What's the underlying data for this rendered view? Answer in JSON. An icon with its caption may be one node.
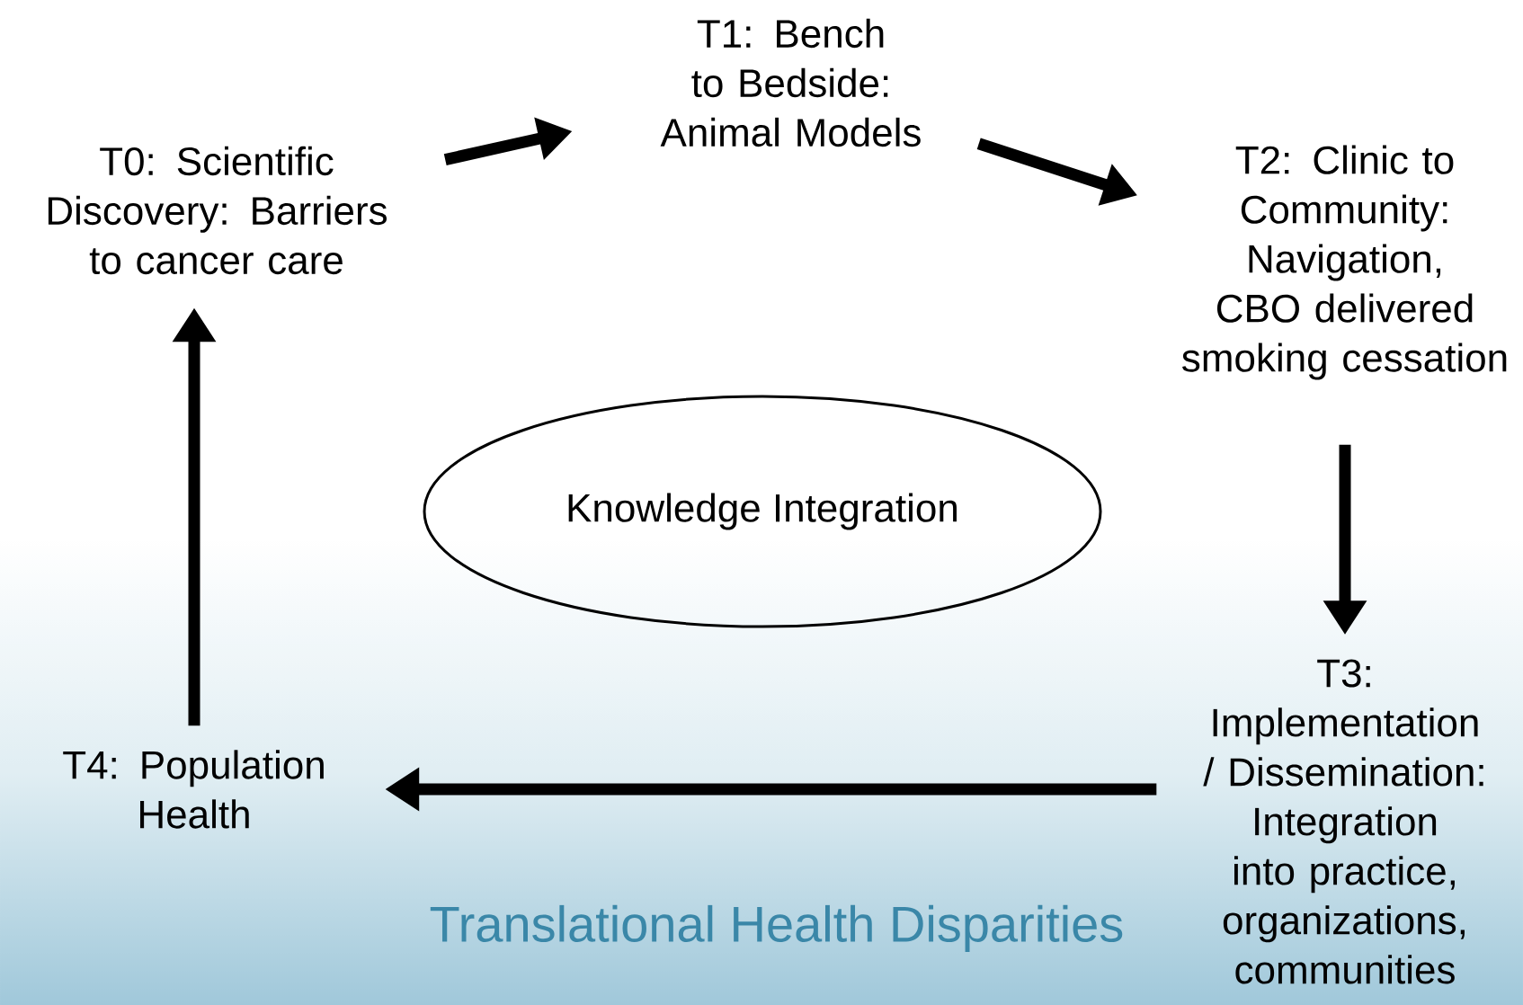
{
  "diagram": {
    "title": "Translational Health Disparities",
    "nodes": [
      {
        "text": [
          "T0: Scientific Discovery: Barriers to cancer care"
        ]
      },
      {
        "text": [
          "T1: Bench to Bedside: Animal Models"
        ]
      },
      {
        "text": [
          "T2: Clinic to Community: Navigation, CBO delivered smoking cessation"
        ]
      },
      {
        "text": [
          "T3: Implementation / Dissemination: Integration into practice, organizations, communities"
        ]
      },
      {
        "text": [
          "T4: Population Health"
        ]
      },
      {
        "text": [
          "Knowledge Integration"
        ]
      }
    ],
    "edges": [
      {
        "from": 0,
        "to": 1,
        "arrow": "to"
      },
      {
        "from": 1,
        "to": 2,
        "arrow": "to"
      },
      {
        "from": 2,
        "to": 3,
        "arrow": "to"
      },
      {
        "from": 3,
        "to": 4,
        "arrow": "to"
      },
      {
        "from": 4,
        "to": 0,
        "arrow": "to"
      }
    ]
  }
}
